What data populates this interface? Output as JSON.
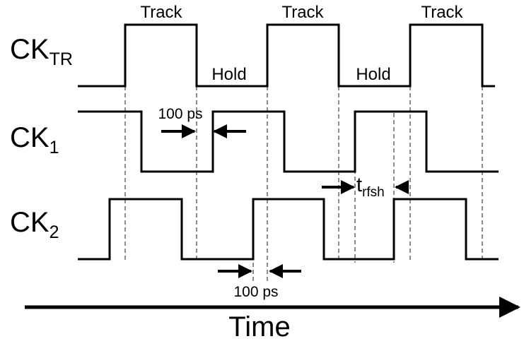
{
  "signals": [
    {
      "main": "CK",
      "sub": "TR"
    },
    {
      "main": "CK",
      "sub": "1"
    },
    {
      "main": "CK",
      "sub": "2"
    }
  ],
  "phases": {
    "track": "Track",
    "hold": "Hold"
  },
  "annotations": {
    "gap_top": "100 ps",
    "gap_bottom": "100 ps",
    "refresh_main": "t",
    "refresh_sub": "rfsh"
  },
  "axis": {
    "label": "Time"
  }
}
